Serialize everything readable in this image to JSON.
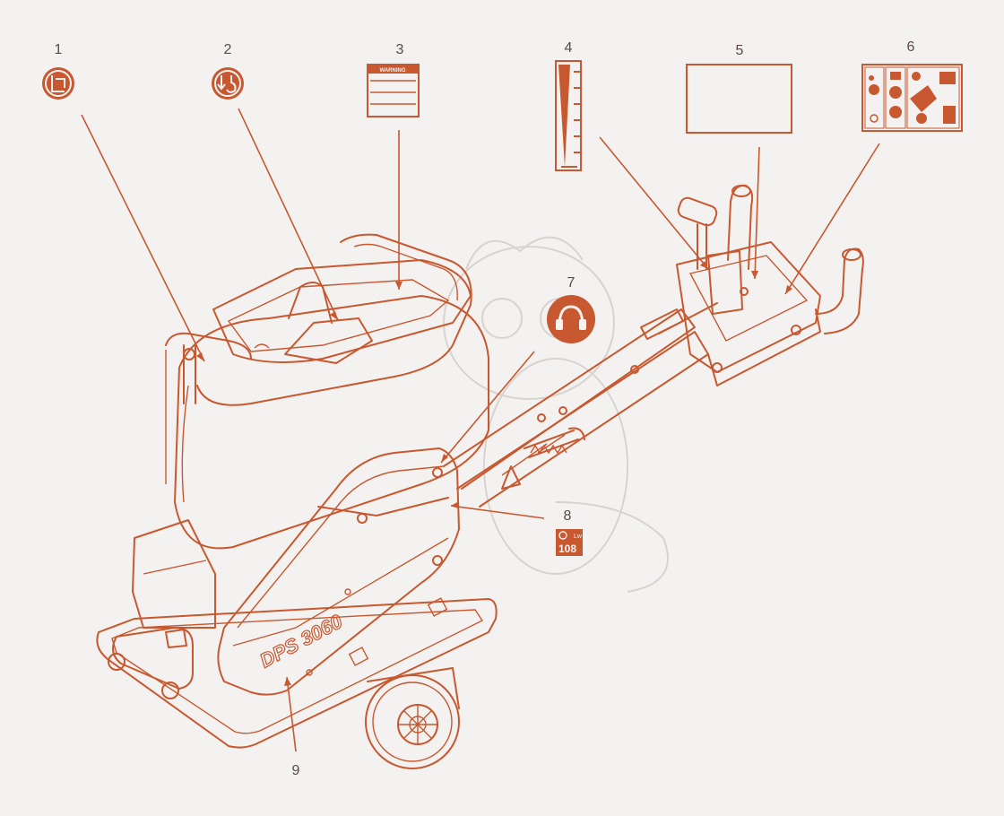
{
  "callouts": [
    {
      "label": "1"
    },
    {
      "label": "2"
    },
    {
      "label": "3"
    },
    {
      "label": "4"
    },
    {
      "label": "5"
    },
    {
      "label": "6"
    },
    {
      "label": "7"
    },
    {
      "label": "8"
    },
    {
      "label": "9"
    }
  ],
  "decals": {
    "warning_header": "WARNING",
    "sound_level": "108",
    "sound_unit": "Lw",
    "model": "DPS 3060"
  },
  "colors": {
    "accent": "#c8582f",
    "background": "#f3f2f0",
    "label_text": "#5a4a44"
  },
  "icons": {
    "1": "manual-read-icon",
    "2": "lift-point-icon",
    "3": "warning-label",
    "4": "level-gauge-icon",
    "5": "blank-label",
    "6": "safety-instructions-label",
    "7": "hearing-protection-icon",
    "8": "sound-power-level-icon",
    "9": "model-name-decal"
  }
}
